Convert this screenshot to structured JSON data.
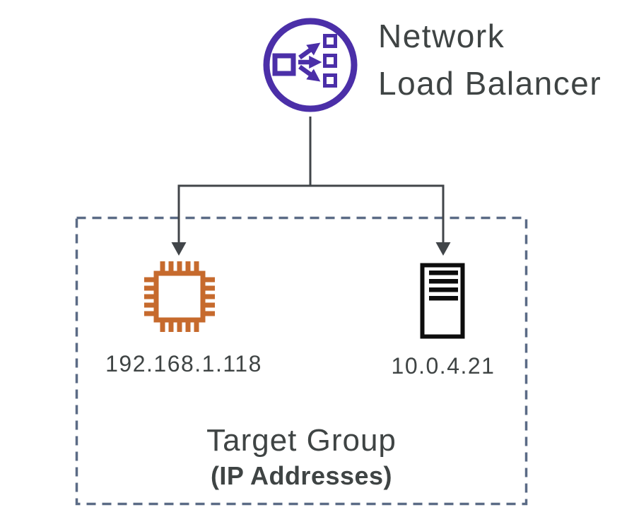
{
  "diagram": {
    "title": "Network Load Balancer",
    "title_lines": [
      "Network",
      "Load Balancer"
    ],
    "load_balancer": {
      "icon": "network-load-balancer-icon"
    },
    "target_group": {
      "label": "Target Group",
      "sublabel": "(IP Addresses)"
    },
    "targets": [
      {
        "icon": "cpu-chip-icon",
        "ip": "192.168.1.118"
      },
      {
        "icon": "server-icon",
        "ip": "10.0.4.21"
      }
    ],
    "colors": {
      "nlb_purple": "#4B2FA8",
      "chip_orange": "#C66A2D",
      "server_black": "#0D0D0D",
      "connector_gray": "#414549",
      "group_border": "#5B6B86",
      "text_dark": "#3F4444"
    }
  }
}
